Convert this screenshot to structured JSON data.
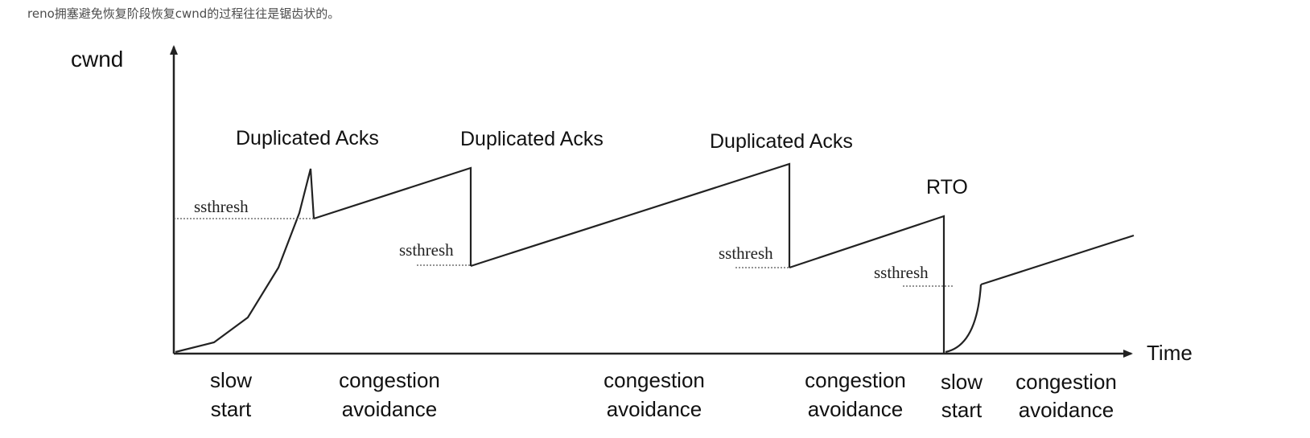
{
  "caption": "reno拥塞避免恢复阶段恢复cwnd的过程往往是锯齿状的。",
  "diagram": {
    "y_axis_label": "cwnd",
    "x_axis_label": "Time",
    "events": {
      "dup_acks_1": "Duplicated Acks",
      "dup_acks_2": "Duplicated Acks",
      "dup_acks_3": "Duplicated Acks",
      "rto": "RTO"
    },
    "thresholds": {
      "ssthresh_1": "ssthresh",
      "ssthresh_2": "ssthresh",
      "ssthresh_3": "ssthresh",
      "ssthresh_4": "ssthresh"
    },
    "phases": [
      {
        "line1": "slow",
        "line2": "start"
      },
      {
        "line1": "congestion",
        "line2": "avoidance"
      },
      {
        "line1": "congestion",
        "line2": "avoidance"
      },
      {
        "line1": "congestion",
        "line2": "avoidance"
      },
      {
        "line1": "slow",
        "line2": "start"
      },
      {
        "line1": "congestion",
        "line2": "avoidance"
      }
    ],
    "line_color": "#222222",
    "dotted_color": "#555555"
  }
}
